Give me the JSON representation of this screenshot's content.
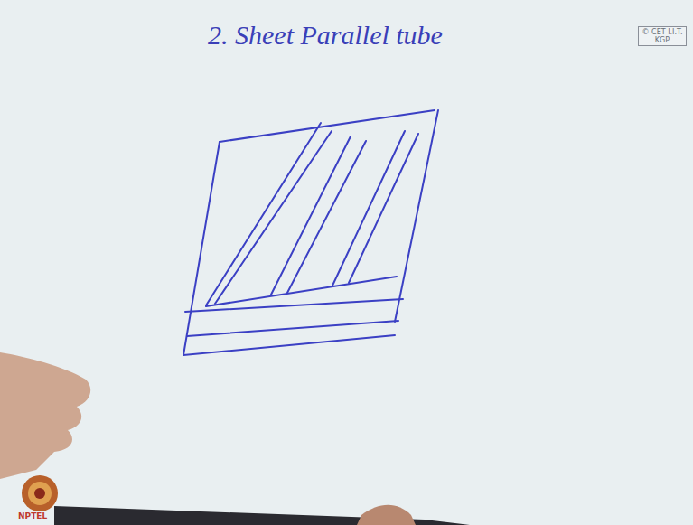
{
  "diagram": {
    "title": "2. Sheet Parallel tube",
    "labels": [
      "© CET I.I.T. KGP",
      "NPTEL"
    ]
  }
}
